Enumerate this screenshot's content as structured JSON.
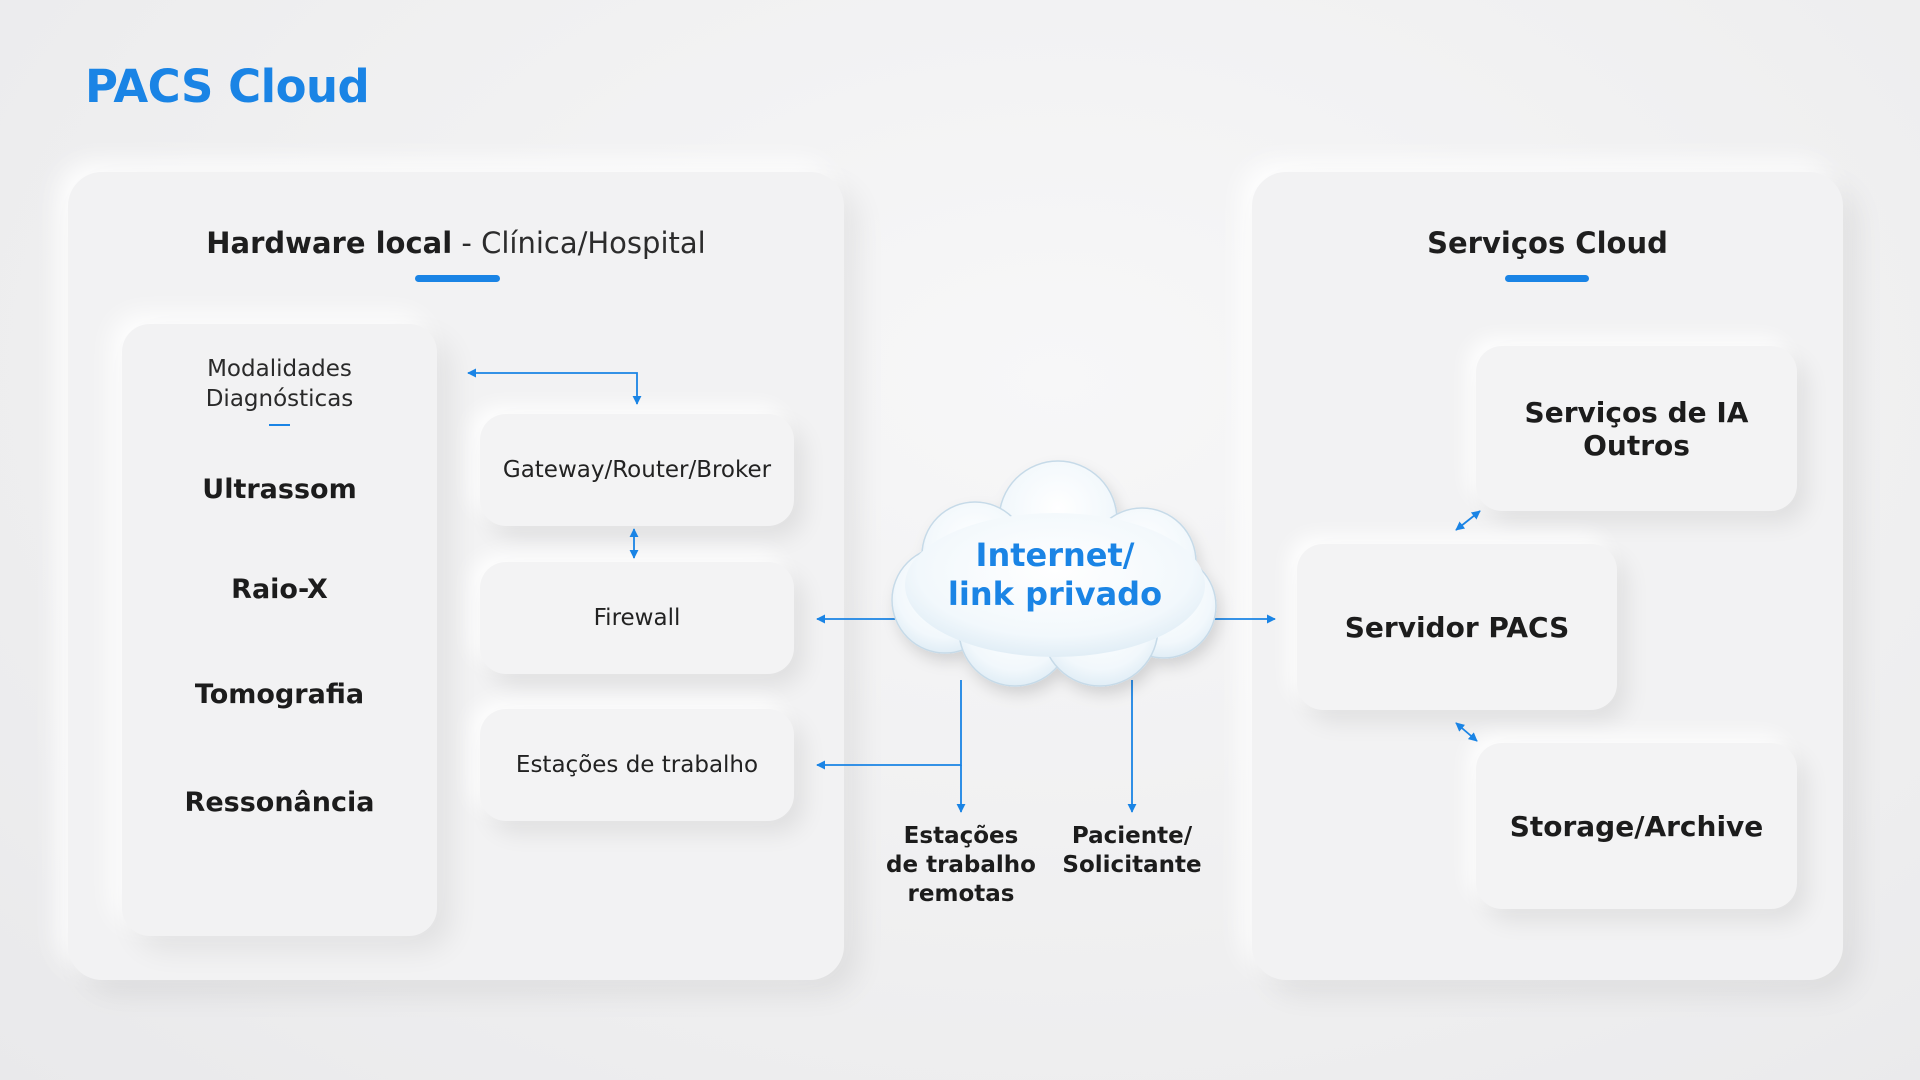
{
  "title": "PACS Cloud",
  "local": {
    "heading_bold": "Hardware local",
    "heading_sep": " - ",
    "heading_light": "Clínica/Hospital",
    "modalities": {
      "label_line1": "Modalidades",
      "label_line2": "Diagnósticas",
      "items": [
        "Ultrassom",
        "Raio-X",
        "Tomografia",
        "Ressonância"
      ]
    },
    "gateway": "Gateway/Router/Broker",
    "firewall": "Firewall",
    "workstations": "Estações de trabalho"
  },
  "network": {
    "cloud_line1": "Internet/",
    "cloud_line2": "link privado",
    "remote_line1": "Estações",
    "remote_line2": "de trabalho",
    "remote_line3": "remotas",
    "patient_line1": "Paciente/",
    "patient_line2": "Solicitante"
  },
  "cloud_services": {
    "heading": "Serviços Cloud",
    "ai_line1": "Serviços de IA",
    "ai_line2": "Outros",
    "pacs_server": "Servidor PACS",
    "storage": "Storage/Archive"
  },
  "colors": {
    "accent": "#1a84e5",
    "panel_bg": "#f2f2f3",
    "text": "#1c1c1c"
  }
}
